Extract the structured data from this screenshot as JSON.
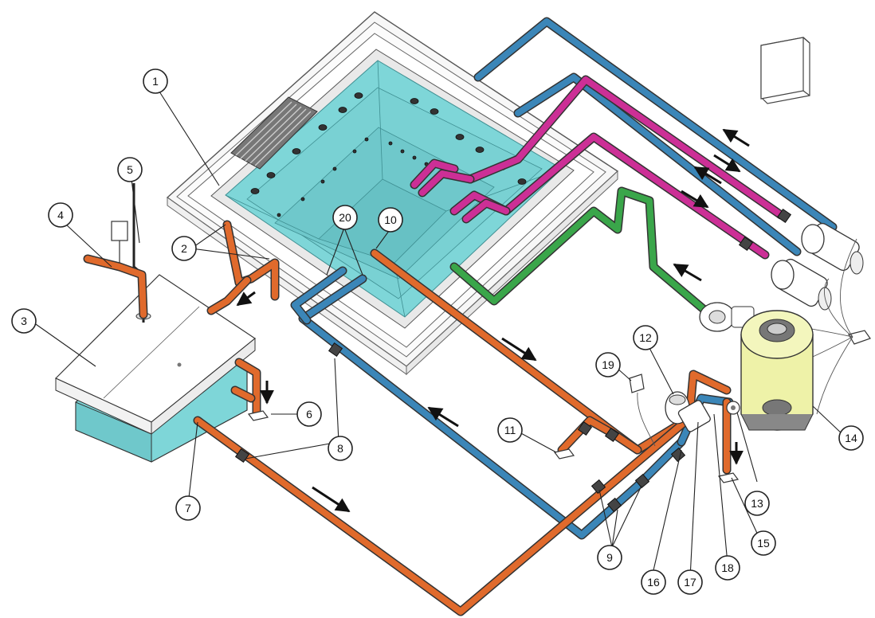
{
  "diagram": {
    "colors": {
      "water": "#7ed6d8",
      "water_dark": "#5fc2c6",
      "orange_pipe": "#e06a2c",
      "blue_pipe": "#3b86b8",
      "magenta_pipe": "#cc2f96",
      "green_pipe": "#3aa64a",
      "filter_tank": "#eef2a8",
      "outline": "#333333"
    },
    "callouts": [
      {
        "label": "1"
      },
      {
        "label": "2"
      },
      {
        "label": "3"
      },
      {
        "label": "4"
      },
      {
        "label": "5"
      },
      {
        "label": "6"
      },
      {
        "label": "7"
      },
      {
        "label": "8"
      },
      {
        "label": "9"
      },
      {
        "label": "10"
      },
      {
        "label": "11"
      },
      {
        "label": "12"
      },
      {
        "label": "13"
      },
      {
        "label": "14"
      },
      {
        "label": "15"
      },
      {
        "label": "16"
      },
      {
        "label": "17"
      },
      {
        "label": "18"
      },
      {
        "label": "19"
      },
      {
        "label": "20"
      }
    ],
    "components": [
      "spa-basin",
      "skimmer-grate",
      "balance-tank",
      "level-control-box",
      "level-sensor",
      "drain-outlet",
      "jet-pumps",
      "blower",
      "sand-filter",
      "circulation-pump",
      "control-panel",
      "electrical-box",
      "junction-box",
      "flow-arrows"
    ]
  }
}
